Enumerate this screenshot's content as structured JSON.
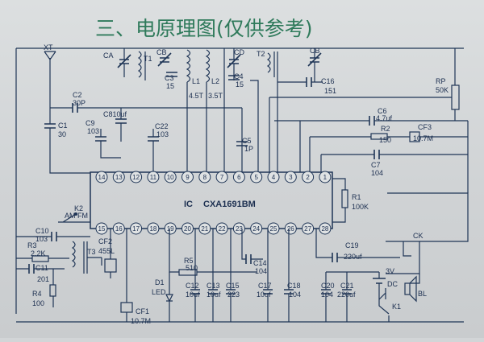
{
  "title": "三、电原理图(仅供参考)",
  "ic": {
    "prefix": "IC",
    "model": "CXA1691BM",
    "top_pins": [
      "14",
      "13",
      "12",
      "11",
      "10",
      "9",
      "8",
      "7",
      "6",
      "5",
      "4",
      "3",
      "2",
      "1"
    ],
    "bottom_pins": [
      "15",
      "16",
      "17",
      "18",
      "19",
      "20",
      "21",
      "22",
      "23",
      "24",
      "25",
      "26",
      "27",
      "28"
    ]
  },
  "components": {
    "xt": "XT",
    "c1": [
      "C1",
      "30"
    ],
    "c2": [
      "C2",
      "30P"
    ],
    "ca": "CA",
    "t1": "T1",
    "cb1": "CB",
    "c3": [
      "C3",
      "15"
    ],
    "l1": [
      "L1",
      "4.5T"
    ],
    "l2": [
      "L2",
      "3.5T"
    ],
    "cd": "CD",
    "c4": [
      "C4",
      "15"
    ],
    "t2": "T2",
    "cb2": "CB",
    "c16": [
      "C16",
      "151"
    ],
    "rp": [
      "RP",
      "50K"
    ],
    "c8": "C810uf",
    "c9": [
      "C9",
      "103"
    ],
    "c22": [
      "C22",
      "103"
    ],
    "c5": [
      "C5",
      "1P"
    ],
    "c6": [
      "C6",
      "4.7uf"
    ],
    "r2": [
      "R2",
      "150"
    ],
    "cf3": [
      "CF3",
      "10.7M"
    ],
    "c7": [
      "C7",
      "104"
    ],
    "r1": [
      "R1",
      "100K"
    ],
    "k2": [
      "K2",
      "AM FM"
    ],
    "c10": [
      "C10",
      "103"
    ],
    "r3": [
      "R3",
      "2.2K"
    ],
    "c11": [
      "C11",
      "201"
    ],
    "r4": [
      "R4",
      "100"
    ],
    "t3": "T3",
    "cf2": [
      "CF2",
      "455L"
    ],
    "cf1": [
      "CF1",
      "10.7M"
    ],
    "r5": [
      "R5",
      "510"
    ],
    "d1": [
      "D1",
      "LED"
    ],
    "c12": [
      "C12",
      "10uf"
    ],
    "c13": [
      "C13",
      "10uf"
    ],
    "c15": [
      "C15",
      "223"
    ],
    "c14": [
      "C14",
      "104"
    ],
    "c17": [
      "C17",
      "10uf"
    ],
    "c18": [
      "C18",
      "104"
    ],
    "c19": [
      "C19",
      "220uf"
    ],
    "ck": "CK",
    "batt": "3V",
    "dc": "DC",
    "bl": "BL",
    "c20": [
      "C20",
      "104"
    ],
    "c21": [
      "C21",
      "220uf"
    ],
    "k1": "K1"
  }
}
